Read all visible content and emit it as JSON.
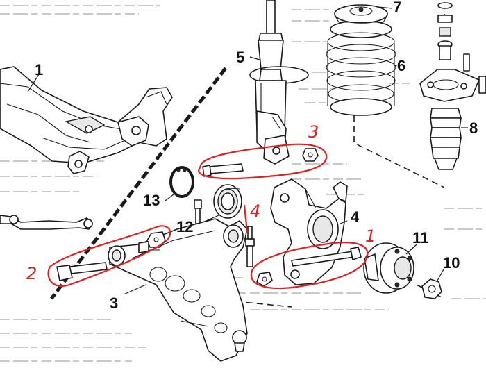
{
  "callouts": {
    "c1": "1",
    "c3": "3",
    "c4": "4",
    "c5": "5",
    "c6": "6",
    "c7": "7",
    "c8": "8",
    "c10": "10",
    "c11": "11",
    "c12": "12",
    "c13": "13"
  },
  "annotations": {
    "a1": "1",
    "a2": "2",
    "a3": "3",
    "a4": "4"
  },
  "colors": {
    "ink": "#1a1a1a",
    "annotation_red": "#e02020",
    "background_text": "#c9c9c9"
  }
}
